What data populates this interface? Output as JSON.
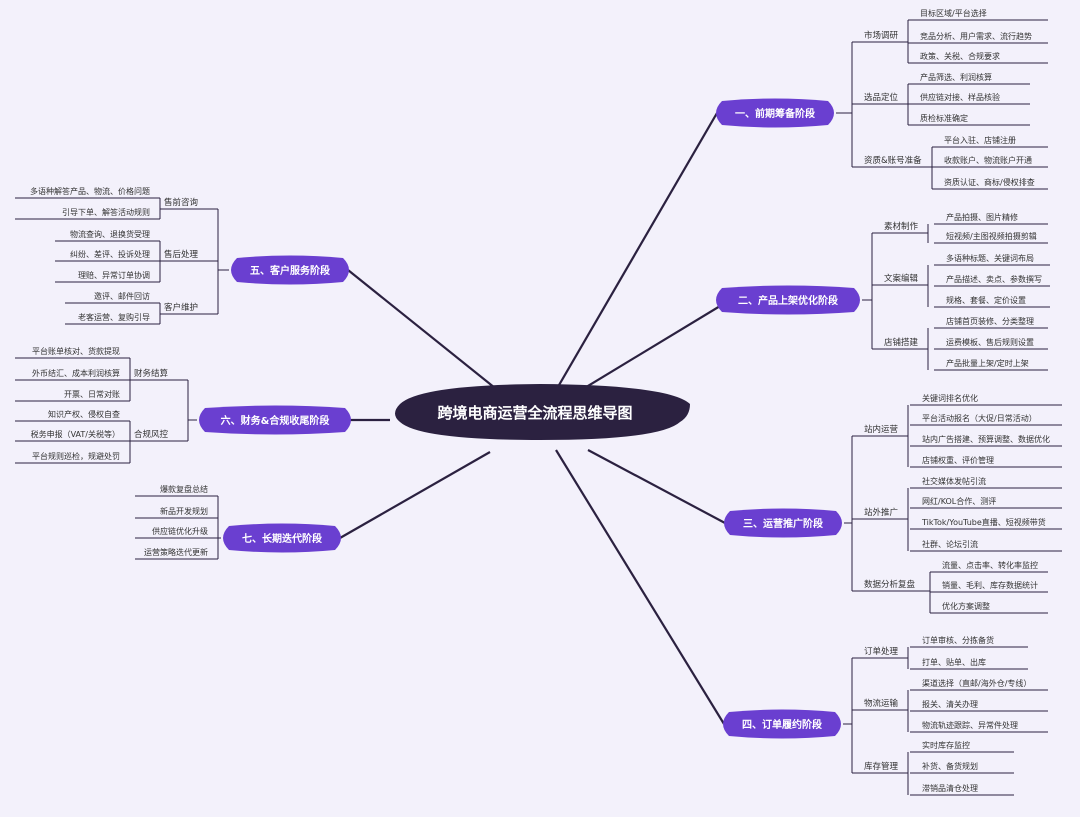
{
  "center": "跨境电商运营全流程思维导图",
  "colors": {
    "stage_fill": "#6a3fd0",
    "center_fill": "#2b2140",
    "line": "#2b2140",
    "background": "#f3f1fb"
  },
  "stages": [
    {
      "title": "一、前期筹备阶段",
      "groups": [
        {
          "name": "市场调研",
          "items": [
            "目标区域/平台选择",
            "竞品分析、用户需求、流行趋势",
            "政策、关税、合规要求"
          ]
        },
        {
          "name": "选品定位",
          "items": [
            "产品筛选、利润核算",
            "供应链对接、样品核验",
            "质检标准确定"
          ]
        },
        {
          "name": "资质&账号准备",
          "items": [
            "平台入驻、店铺注册",
            "收款账户、物流账户开通",
            "资质认证、商标/侵权排查"
          ]
        }
      ]
    },
    {
      "title": "二、产品上架优化阶段",
      "groups": [
        {
          "name": "素材制作",
          "items": [
            "产品拍摄、图片精修",
            "短视频/主图视频拍摄剪辑"
          ]
        },
        {
          "name": "文案编辑",
          "items": [
            "多语种标题、关键词布局",
            "产品描述、卖点、参数撰写",
            "规格、套餐、定价设置"
          ]
        },
        {
          "name": "店铺搭建",
          "items": [
            "店铺首页装修、分类整理",
            "运费模板、售后规则设置",
            "产品批量上架/定时上架"
          ]
        }
      ]
    },
    {
      "title": "三、运营推广阶段",
      "groups": [
        {
          "name": "站内运营",
          "items": [
            "关键词排名优化",
            "平台活动报名（大促/日常活动）",
            "站内广告搭建、预算调整、数据优化",
            "店铺权重、评价管理"
          ]
        },
        {
          "name": "站外推广",
          "items": [
            "社交媒体发帖引流",
            "网红/KOL合作、测评",
            "TikTok/YouTube直播、短视频带货",
            "社群、论坛引流"
          ]
        },
        {
          "name": "数据分析复盘",
          "items": [
            "流量、点击率、转化率监控",
            "销量、毛利、库存数据统计",
            "优化方案调整"
          ]
        }
      ]
    },
    {
      "title": "四、订单履约阶段",
      "groups": [
        {
          "name": "订单处理",
          "items": [
            "订单审核、分拣备货",
            "打单、贴单、出库"
          ]
        },
        {
          "name": "物流运输",
          "items": [
            "渠道选择（直邮/海外仓/专线）",
            "报关、清关办理",
            "物流轨迹跟踪、异常件处理"
          ]
        },
        {
          "name": "库存管理",
          "items": [
            "实时库存监控",
            "补货、备货规划",
            "滞销品清仓处理"
          ]
        }
      ]
    },
    {
      "title": "五、客户服务阶段",
      "groups": [
        {
          "name": "售前咨询",
          "items": [
            "多语种解答产品、物流、价格问题",
            "引导下单、解答活动规则"
          ]
        },
        {
          "name": "售后处理",
          "items": [
            "物流查询、退换货受理",
            "纠纷、差评、投诉处理",
            "理赔、异常订单协调"
          ]
        },
        {
          "name": "客户维护",
          "items": [
            "邀评、邮件回访",
            "老客运营、复购引导"
          ]
        }
      ]
    },
    {
      "title": "六、财务&合规收尾阶段",
      "groups": [
        {
          "name": "财务结算",
          "items": [
            "平台账单核对、货款提现",
            "外币结汇、成本利润核算",
            "开票、日常对账"
          ]
        },
        {
          "name": "合规风控",
          "items": [
            "知识产权、侵权自查",
            "税务申报（VAT/关税等）",
            "平台规则巡检，规避处罚"
          ]
        }
      ]
    },
    {
      "title": "七、长期迭代阶段",
      "groups": [
        {
          "name": "",
          "items": [
            "爆款复盘总结",
            "新品开发规划",
            "供应链优化升级",
            "运营策略迭代更新"
          ]
        }
      ]
    }
  ]
}
